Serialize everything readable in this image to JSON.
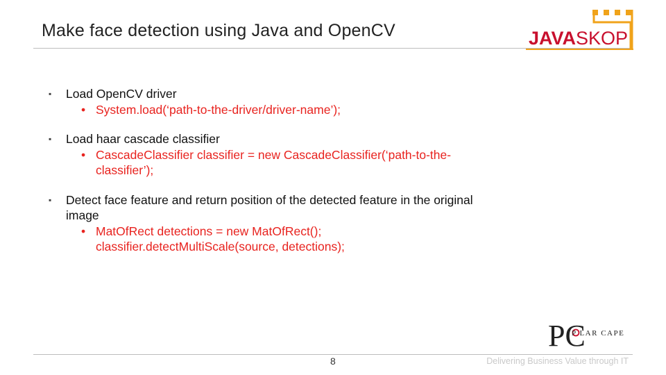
{
  "slide": {
    "title": "Make face detection using Java and OpenCV",
    "bullets": [
      {
        "text": "Load OpenCV driver",
        "sub": [
          "System.load(‘path-to-the-driver/driver-name’);"
        ]
      },
      {
        "text": "Load haar cascade classifier",
        "sub": [
          "CascadeClassifier classifier = new CascadeClassifier(‘path-to-the-",
          "classifier’);"
        ]
      },
      {
        "text": "Detect face feature and return position of the detected feature in the original",
        "text2": "image",
        "sub": [
          "MatOfRect detections = new MatOfRect();",
          "classifier.detectMultiScale(source, detections);"
        ]
      }
    ]
  },
  "logos": {
    "javaskop": {
      "part1": "JAVA",
      "part2": "SKOP"
    },
    "polarcape": {
      "monogram": "PC",
      "text": "P LAR CAPE"
    }
  },
  "footer": {
    "page_number": "8",
    "tagline": "Delivering Business Value through IT"
  },
  "colors": {
    "accent_red": "#e8231f",
    "logo_orange": "#f0a31a",
    "logo_red": "#c8102e"
  }
}
